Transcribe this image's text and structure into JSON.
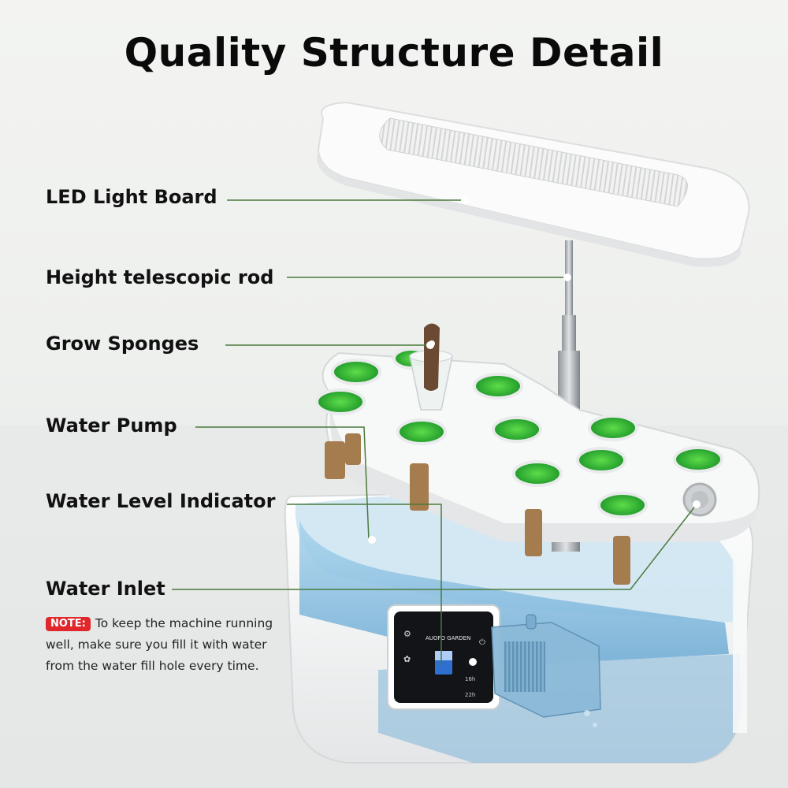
{
  "title": "Quality Structure Detail",
  "labels": {
    "led_light_board": "LED Light Board",
    "height_rod": "Height telescopic rod",
    "grow_sponges": "Grow Sponges",
    "water_pump": "Water Pump",
    "water_level_indicator": "Water Level Indicator",
    "water_inlet": "Water Inlet"
  },
  "note": {
    "badge": "NOTE:",
    "text": "To keep the machine running well, make sure you fill it with water from the water fill hole every time."
  },
  "panel": {
    "brand": "AUOFO GARDEN",
    "timer_1": "16h",
    "timer_2": "22h"
  },
  "colors": {
    "leader_line": "#4a7a3c",
    "note_badge": "#e0282c",
    "pod_green": "#3cc23a",
    "water_blue": "#8fc3e2"
  }
}
